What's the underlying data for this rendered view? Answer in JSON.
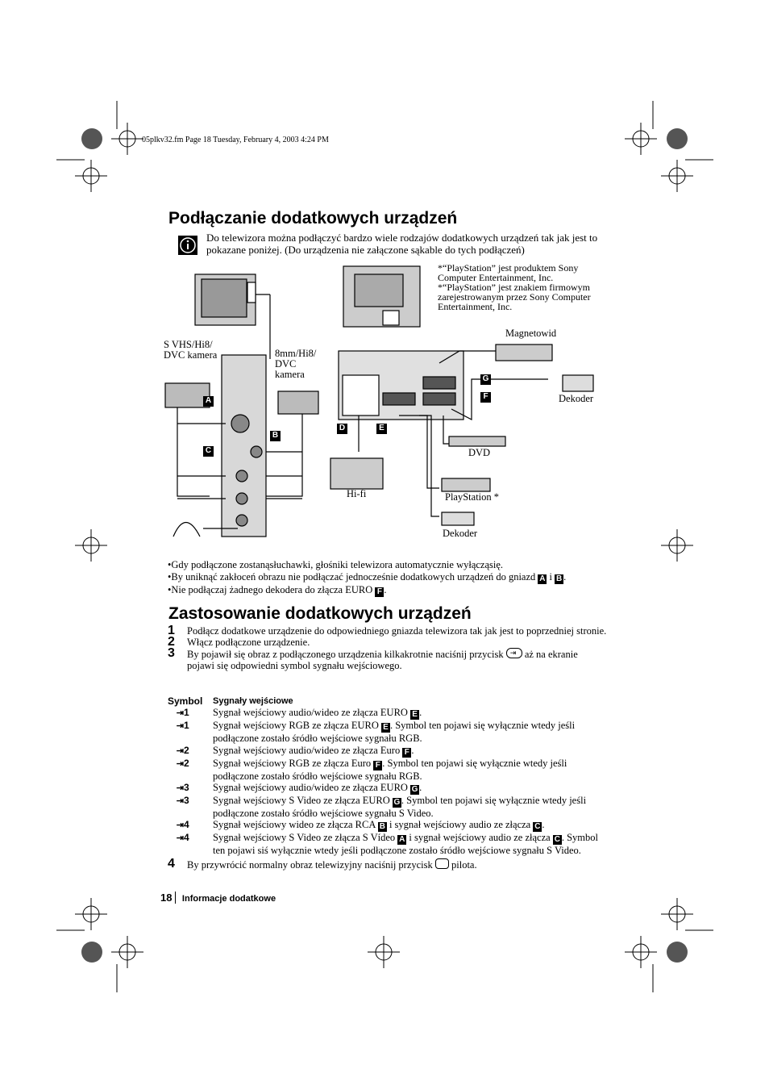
{
  "header_line": "05plkv32.fm  Page 18  Tuesday, February 4, 2003  4:24 PM",
  "section1": {
    "title": "Podłączanie dodatkowych urządzeń",
    "intro": "Do telewizora można podłączyć bardzo wiele rodzajów dodatkowych urządzeń tak jak jest to pokazane poniżej. (Do urządzenia nie załączone sąkable do tych podłączeń)",
    "footnote1": "*“PlayStation” jest produktem Sony Computer Entertainment, Inc.",
    "footnote2": "*“PlayStation” jest znakiem firmowym zarejestrowanym przez Sony Computer Entertainment, Inc."
  },
  "diagram": {
    "label_svhs": "S VHS/Hi8/ DVC kamera",
    "label_8mm": "8mm/Hi8/ DVC kamera",
    "label_magnetowid": "Magnetowid",
    "label_dekoder_top": "Dekoder",
    "label_dvd": "DVD",
    "label_hifi": "Hi-fi",
    "label_playstation": "PlayStation *",
    "label_dekoder_bottom": "Dekoder",
    "marker_a": "A",
    "marker_b": "B",
    "marker_c": "C",
    "marker_d": "D",
    "marker_e": "E",
    "marker_f": "F",
    "marker_g": "G"
  },
  "bullets": {
    "b1": "•Gdy podłączone zostanąsłuchawki, głośniki telewizora automatycznie wyłącząsię.",
    "b2_pre": "•By uniknąć zakłoceń obrazu nie podłączać jednocześnie dodatkowych urządzeń do gniazd",
    "b2_box1": "A",
    "b2_mid": "i",
    "b2_box2": "B",
    "b2_end": ".",
    "b3_pre": "•Nie podłączaj żadnego dekodera do złącza EURO",
    "b3_box": "F",
    "b3_end": "."
  },
  "section2": {
    "title": "Zastosowanie dodatkowych urządzeń",
    "step1_num": "1",
    "step1": "Podłącz dodatkowe urządzenie do odpowiedniego gniazda telewizora tak jak jest to poprzedniej stronie.",
    "step2_num": "2",
    "step2": "Włącz podłączone urządzenie.",
    "step3_num": "3",
    "step3_pre": "By pojawił się obraz z podłączonego urządzenia kilkakrotnie naciśnij przycisk",
    "step3_post": "aż na ekranie pojawi się odpowiedni symbol sygnału wejściowego.",
    "col_symbol": "Symbol",
    "col_signals": "Sygnały wejściowe",
    "rows": [
      {
        "sym": "1",
        "pre": "Sygnał wejściowy audio/wideo ze złącza EURO",
        "box": "E",
        "post": "."
      },
      {
        "sym": "1",
        "pre": "Sygnał wejściowy RGB ze złącza EURO",
        "box": "E",
        "post": ". Symbol ten pojawi się wyłącznie wtedy jeśli podłączone zostało śródło wejściowe sygnału RGB."
      },
      {
        "sym": "2",
        "pre": "Sygnał wejściowy audio/wideo ze złącza Euro",
        "box": "F",
        "post": "."
      },
      {
        "sym": "2",
        "pre": "Sygnał wejściowy RGB ze złącza Euro",
        "box": "F",
        "post": ".  Symbol ten pojawi się wyłącznie wtedy jeśli podłączone zostało śródło wejściowe sygnału RGB."
      },
      {
        "sym": "3",
        "pre": "Sygnał wejściowy audio/wideo ze złącza EURO",
        "box": "G",
        "post": "."
      },
      {
        "sym": "3",
        "pre": "Sygnał wejściowy S Video ze złącza EURO",
        "box": "G",
        "post": ". Symbol ten pojawi się wyłącznie wtedy jeśli podłączone zostało śródło wejściowe sygnału S Video."
      },
      {
        "sym": "4",
        "pre": "Sygnał wejściowy wideo ze złącza RCA",
        "box": "B",
        "post": " i sygnał wejściowy audio ze złącza",
        "box2": "C",
        "post2": "."
      },
      {
        "sym": "4",
        "pre": "Sygnał wejściowy  S Video ze złącza  S Vídeo",
        "box": "A",
        "post": " i sygnał wejściowy audio ze złącza",
        "box2": "C",
        "post2": ". Symbol ten pojawi siś wyłącznie wtedy jeśli podłączone zostało śródło wejściowe sygnału S Video."
      }
    ],
    "step4_num": "4",
    "step4_pre": "By przywrócić normalny obraz telewizyjny naciśnij przycisk",
    "step4_post": "pilota."
  },
  "footer": {
    "page_number": "18",
    "section_name": "Informacje dodatkowe"
  },
  "icons": [
    "info-icon",
    "input-select-icon",
    "tv-mode-icon",
    "headphones-icon"
  ]
}
